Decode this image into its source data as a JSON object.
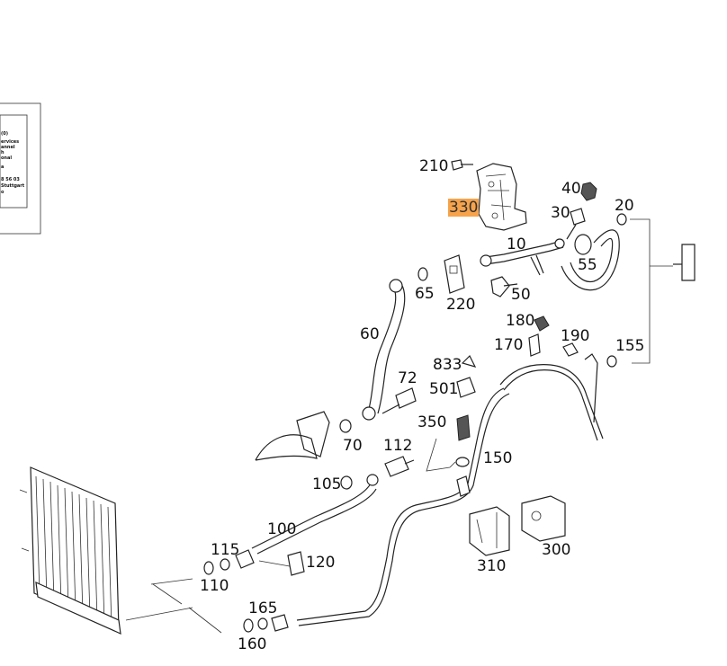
{
  "diagram": {
    "highlight_color": "#f6a34b",
    "callouts": [
      {
        "id": "210",
        "label": "210",
        "highlighted": false
      },
      {
        "id": "330",
        "label": "330",
        "highlighted": true
      },
      {
        "id": "40",
        "label": "40",
        "highlighted": false
      },
      {
        "id": "30",
        "label": "30",
        "highlighted": false
      },
      {
        "id": "20",
        "label": "20",
        "highlighted": false
      },
      {
        "id": "10",
        "label": "10",
        "highlighted": false
      },
      {
        "id": "55",
        "label": "55",
        "highlighted": false
      },
      {
        "id": "65",
        "label": "65",
        "highlighted": false
      },
      {
        "id": "220",
        "label": "220",
        "highlighted": false
      },
      {
        "id": "50",
        "label": "50",
        "highlighted": false
      },
      {
        "id": "60",
        "label": "60",
        "highlighted": false
      },
      {
        "id": "180",
        "label": "180",
        "highlighted": false
      },
      {
        "id": "170",
        "label": "170",
        "highlighted": false
      },
      {
        "id": "190",
        "label": "190",
        "highlighted": false
      },
      {
        "id": "155",
        "label": "155",
        "highlighted": false
      },
      {
        "id": "833",
        "label": "833",
        "highlighted": false
      },
      {
        "id": "72",
        "label": "72",
        "highlighted": false
      },
      {
        "id": "501",
        "label": "501",
        "highlighted": false
      },
      {
        "id": "350",
        "label": "350",
        "highlighted": false
      },
      {
        "id": "70",
        "label": "70",
        "highlighted": false
      },
      {
        "id": "112",
        "label": "112",
        "highlighted": false
      },
      {
        "id": "150",
        "label": "150",
        "highlighted": false
      },
      {
        "id": "105",
        "label": "105",
        "highlighted": false
      },
      {
        "id": "100",
        "label": "100",
        "highlighted": false
      },
      {
        "id": "115",
        "label": "115",
        "highlighted": false
      },
      {
        "id": "120",
        "label": "120",
        "highlighted": false
      },
      {
        "id": "110",
        "label": "110",
        "highlighted": false
      },
      {
        "id": "310",
        "label": "310",
        "highlighted": false
      },
      {
        "id": "300",
        "label": "300",
        "highlighted": false
      },
      {
        "id": "165",
        "label": "165",
        "highlighted": false
      },
      {
        "id": "160",
        "label": "160",
        "highlighted": false
      }
    ],
    "info_label": {
      "lines": [
        "(0)",
        "ervices",
        "annel",
        "h",
        "onal",
        "a",
        "8 56 03",
        "Stuttgart",
        "o"
      ]
    }
  }
}
